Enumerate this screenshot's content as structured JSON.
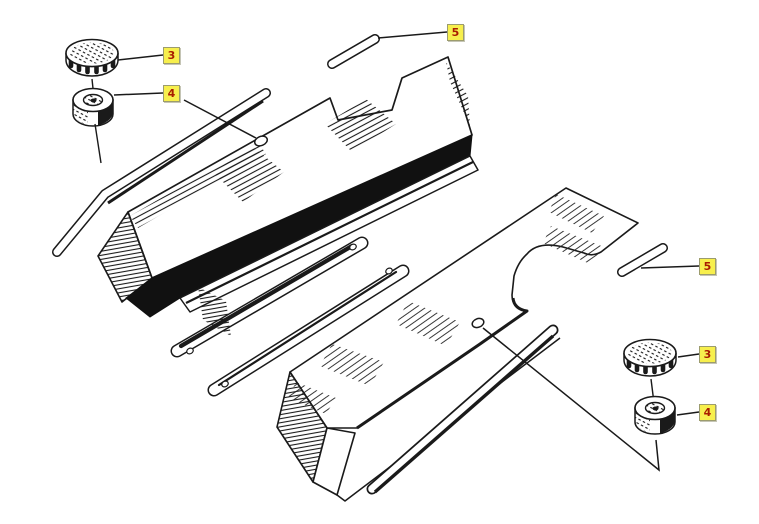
{
  "diagram": {
    "type": "exploded-parts-diagram",
    "background_color": "#ffffff",
    "ink_color": "#1a1a1a",
    "callout_style": {
      "bg": "#f7ef4d",
      "border": "#9c9c6e",
      "text_color": "#a81d00"
    },
    "callouts": [
      {
        "number": "3"
      },
      {
        "number": "4"
      },
      {
        "number": "5"
      },
      {
        "number": "5"
      },
      {
        "number": "3"
      },
      {
        "number": "4"
      }
    ]
  }
}
